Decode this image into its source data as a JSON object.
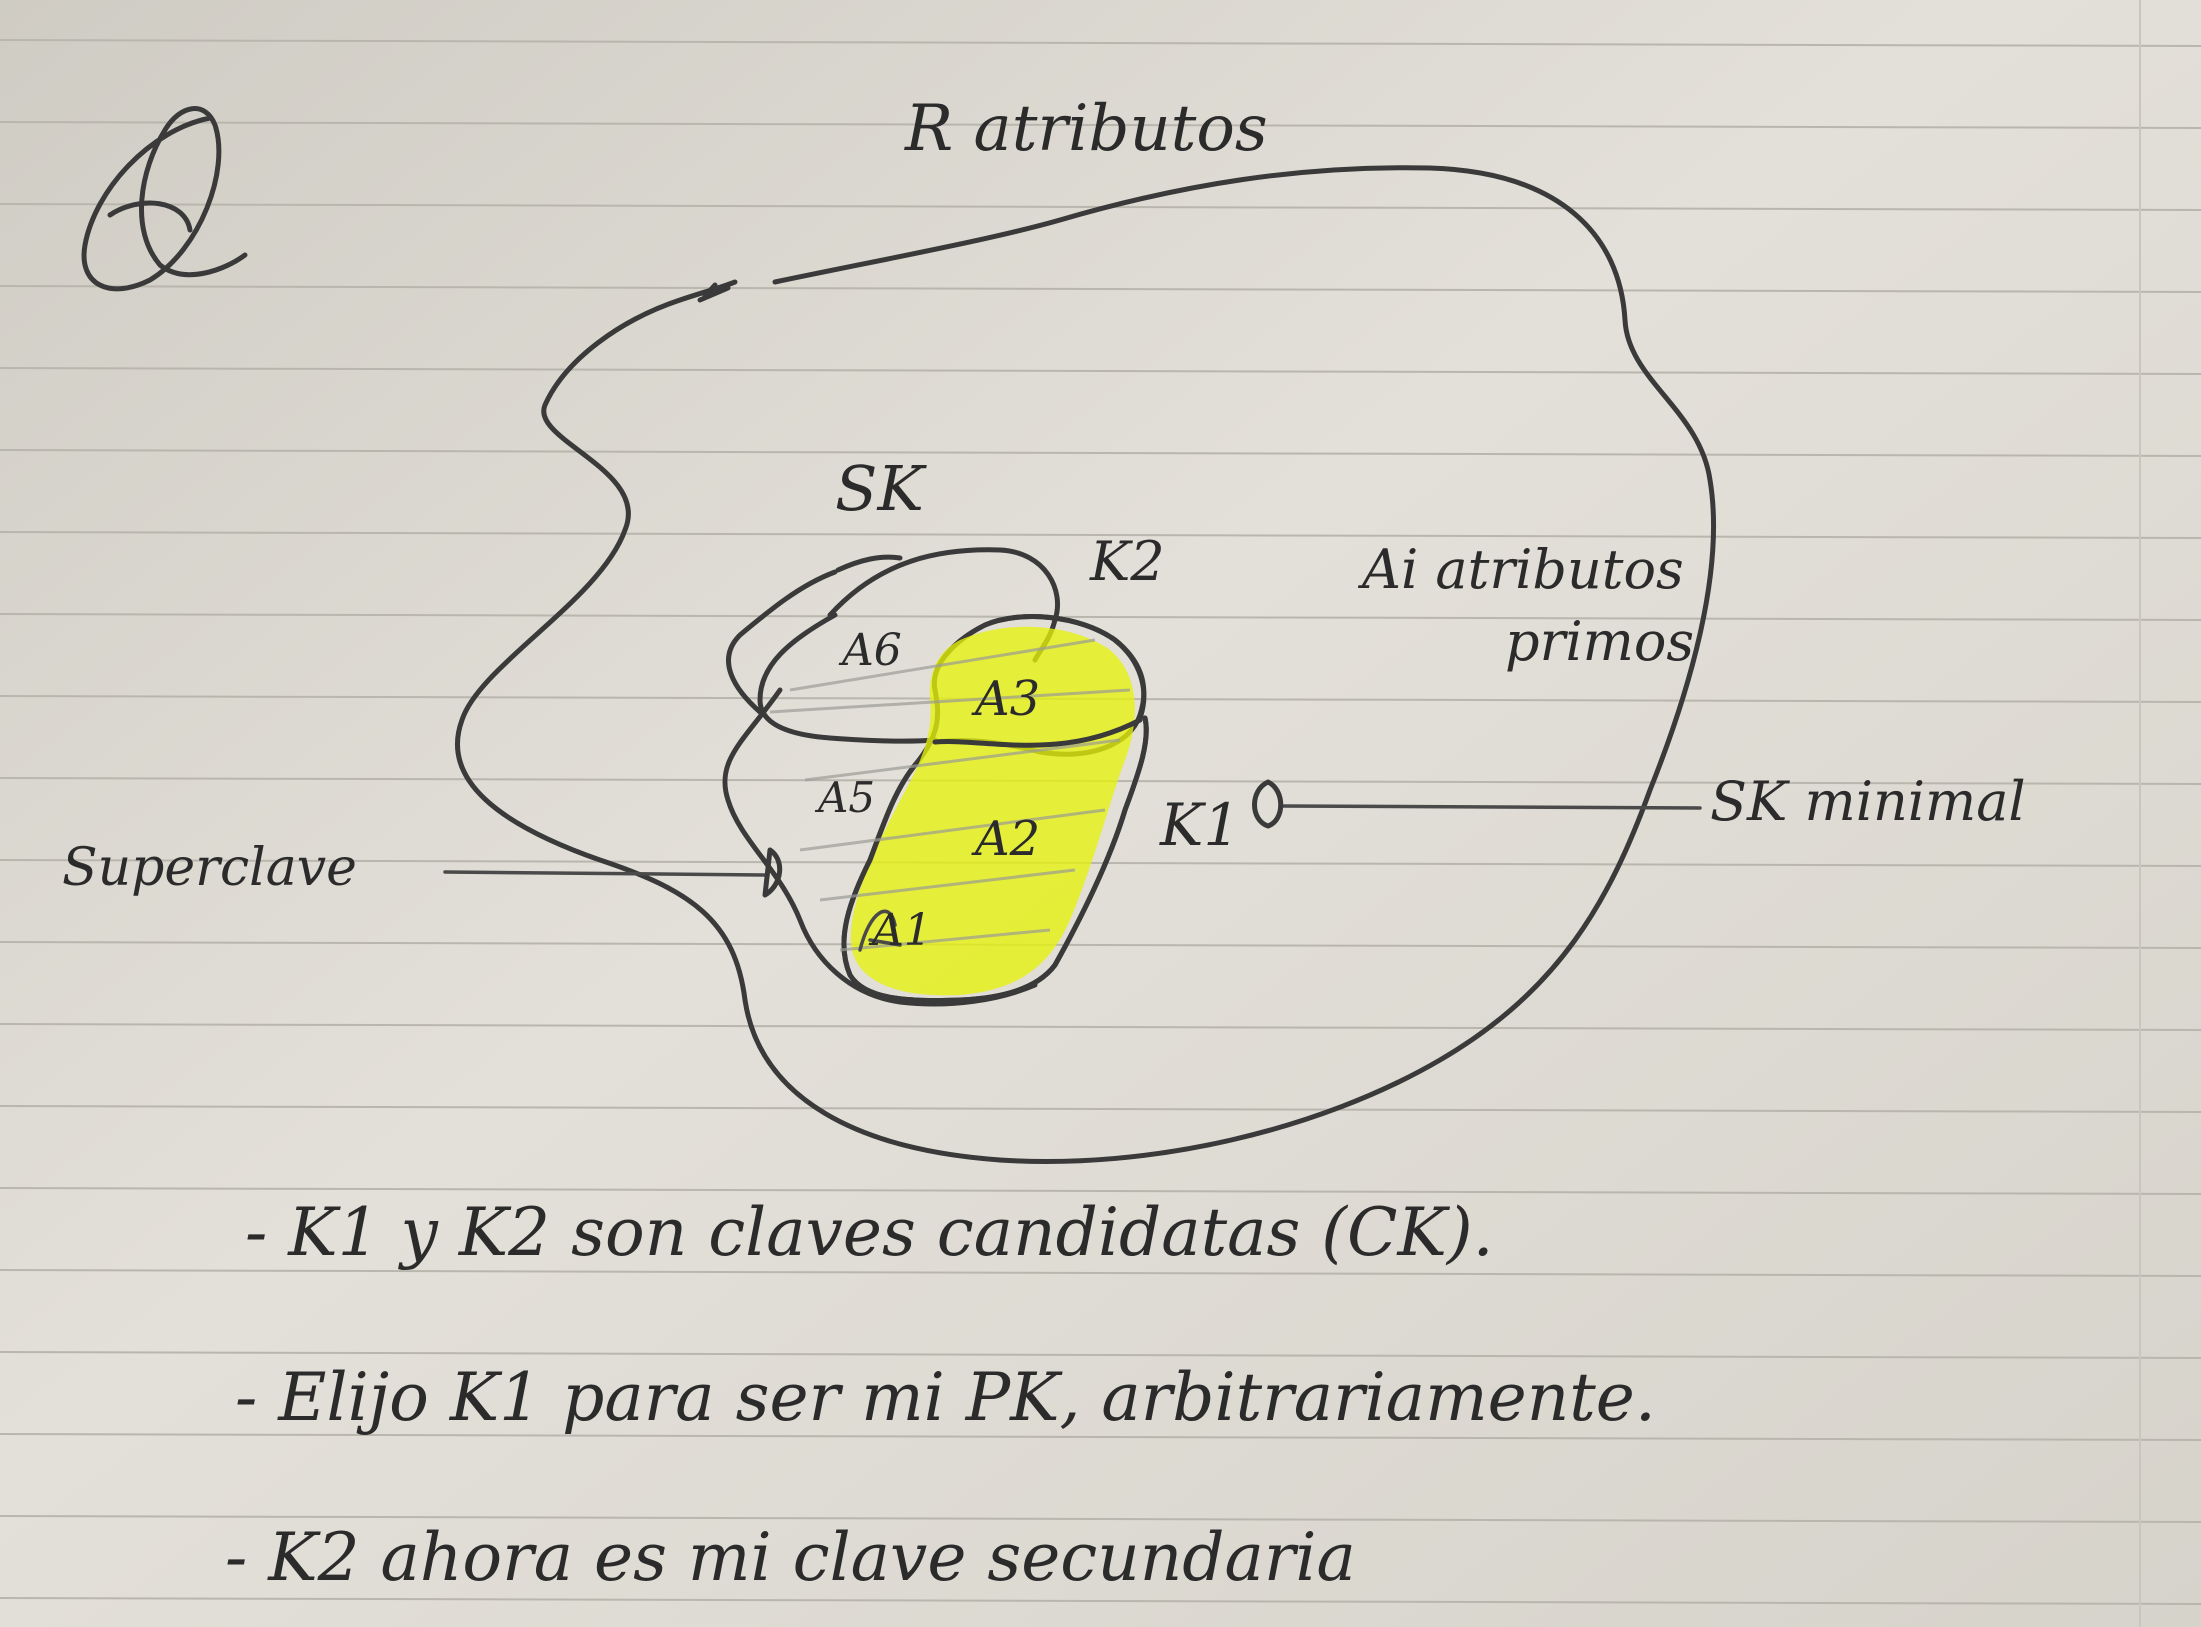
{
  "diagram": {
    "outer_label": "R atributos",
    "sk_label": "SK",
    "k2_label": "K2",
    "k1_label": "K1",
    "prime_note_line1": "Ai atributos",
    "prime_note_line2": "primos",
    "superclave_label": "Superclave",
    "sk_minimal_label": "SK minimal",
    "attributes": [
      "A6",
      "A3",
      "A5",
      "A2",
      "A1"
    ]
  },
  "notes": [
    "- K1 y K2 son claves candidatas (CK).",
    "- Elijo K1 para ser mi PK, arbitrariamente.",
    "- K2 ahora es mi clave secundaria"
  ],
  "colors": {
    "paper": "#d9d6cf",
    "ruling": "#b9b6ae",
    "ink": "#2b2b2b",
    "highlight": "#e6f20a"
  }
}
